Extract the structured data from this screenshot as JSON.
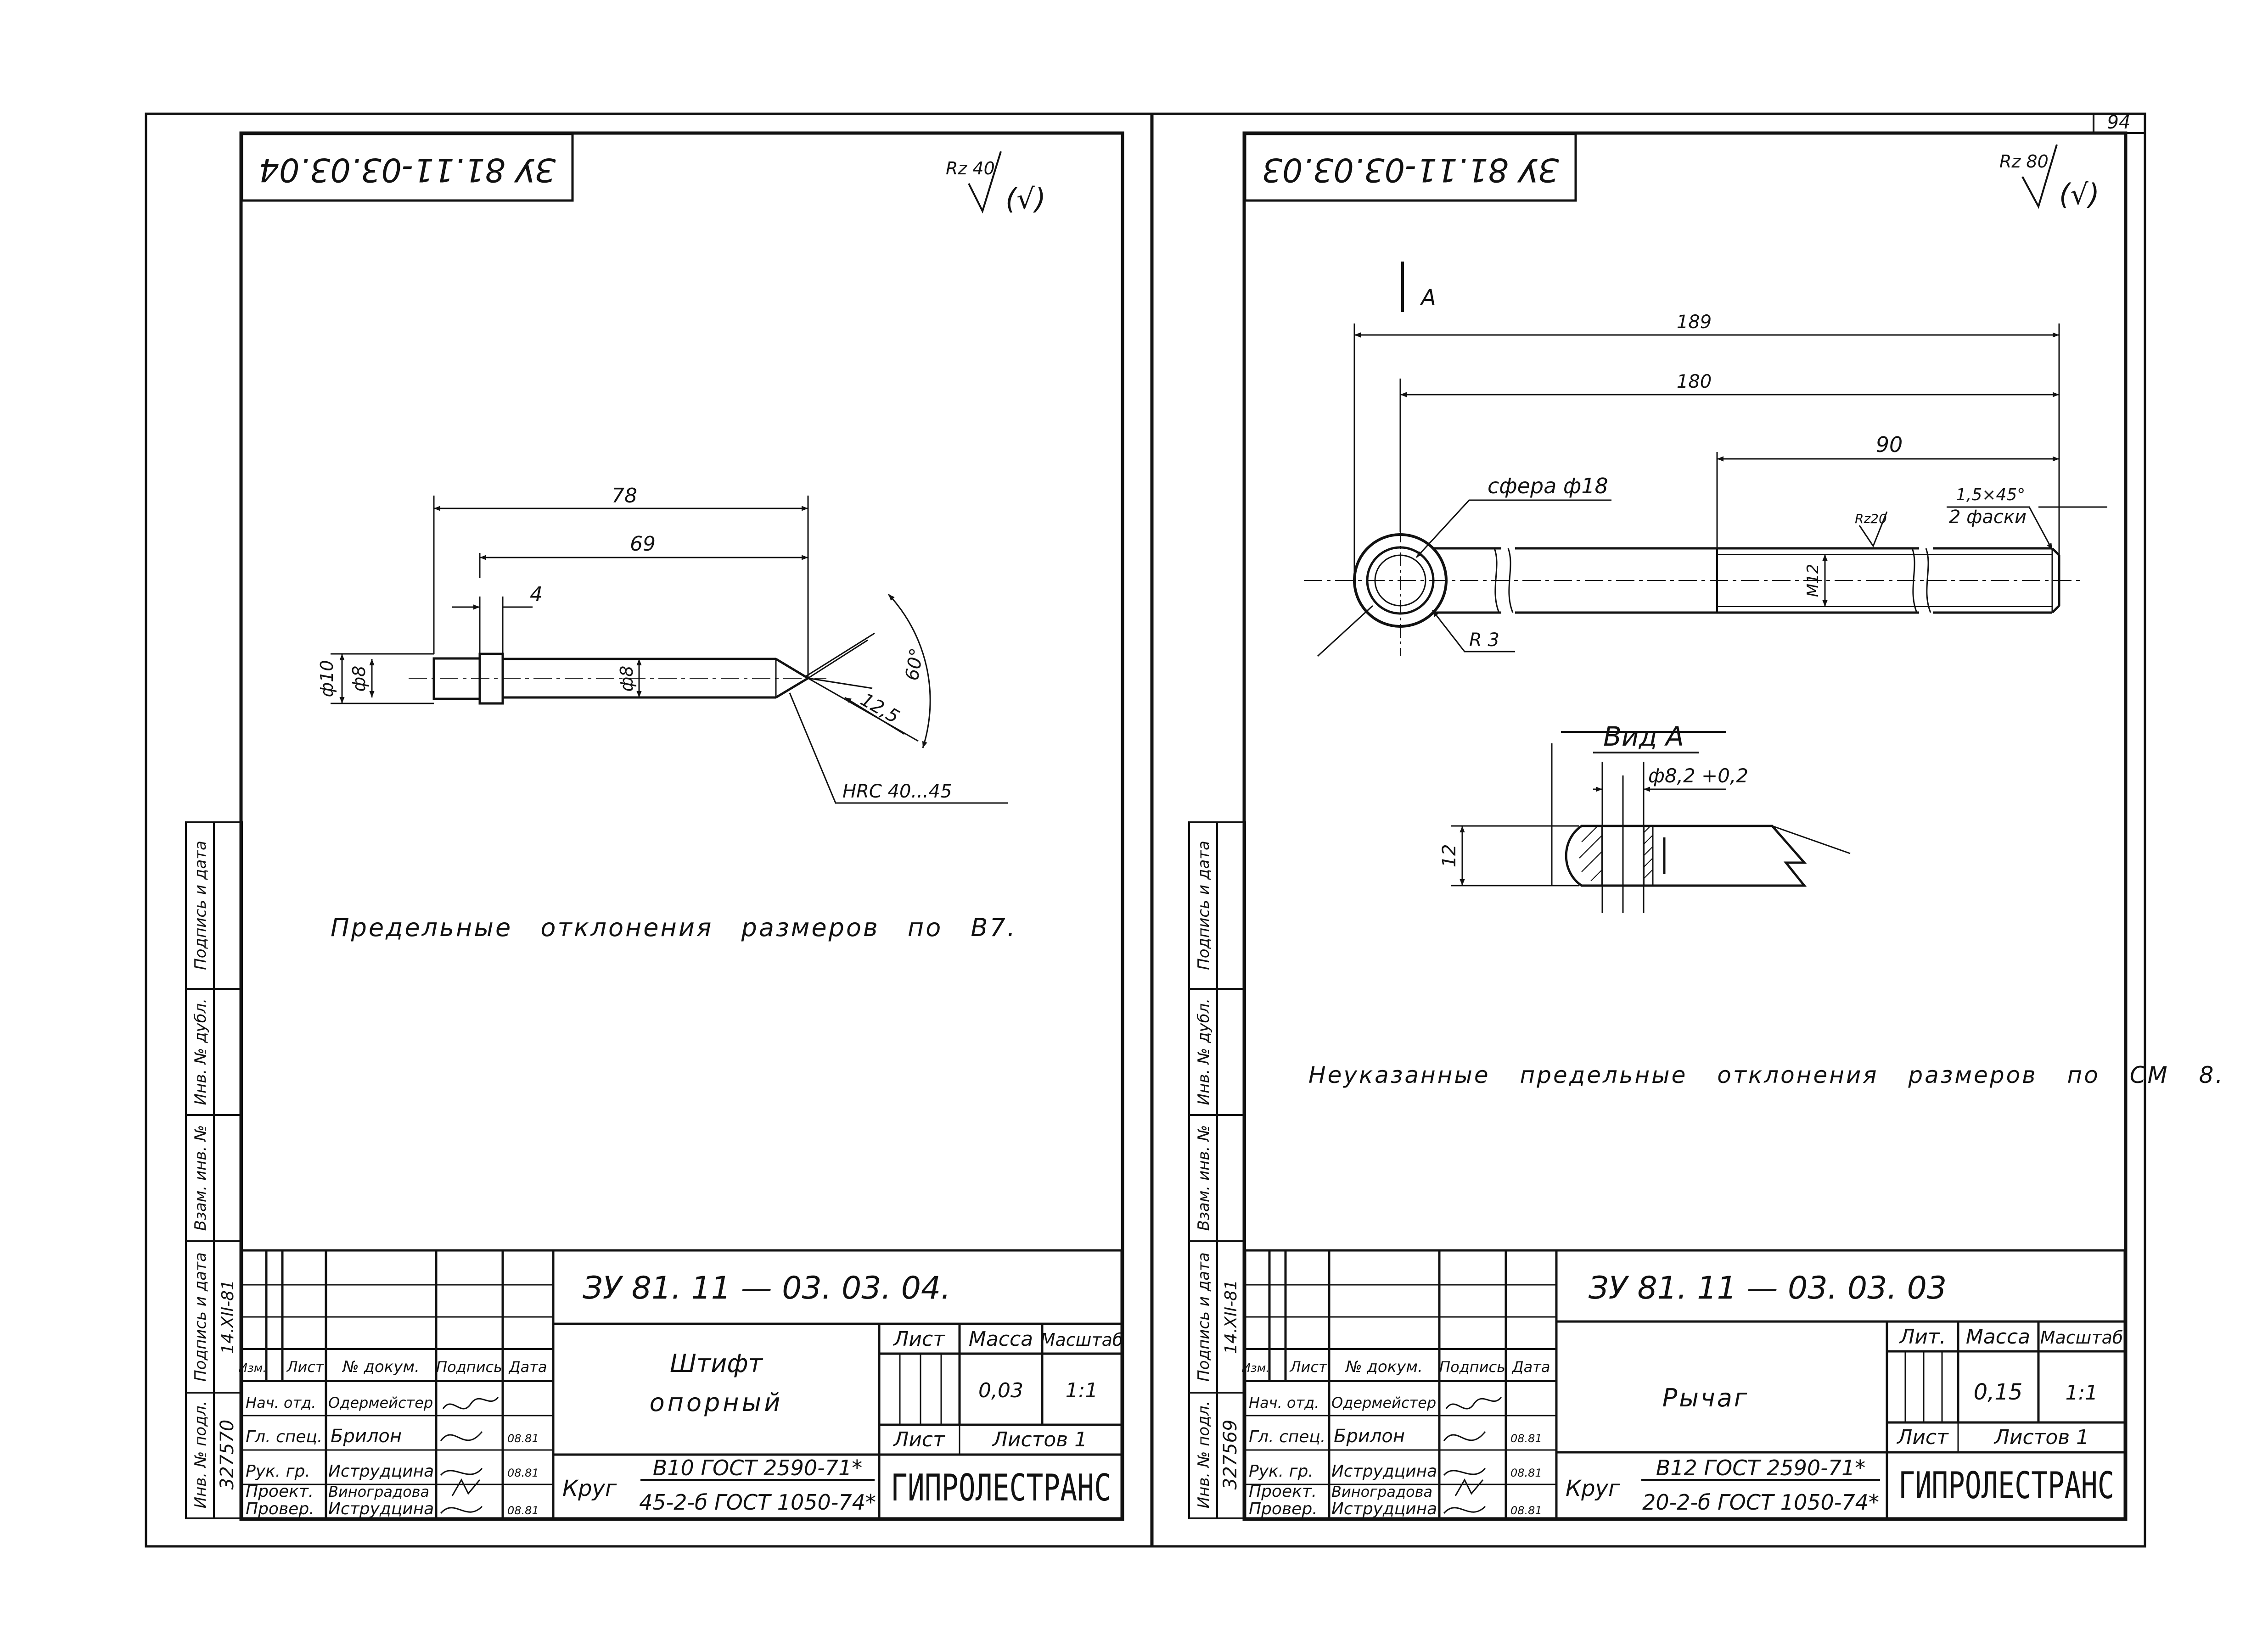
{
  "page_number": "94",
  "side_labels": [
    "Инв. № подл.",
    "Подпись и дата",
    "Взам. инв. №",
    "Инв. № дубл.",
    "Подпись и дата"
  ],
  "title_block_headers": {
    "izm": "Изм.",
    "list": "Лист",
    "doc": "№ докум.",
    "sign": "Подпись",
    "date": "Дата"
  },
  "sheets": [
    {
      "code_box": "ЗУ 81.11-03.03.04",
      "roughness": {
        "main": "Rz 40",
        "paren": "(√)"
      },
      "dims": {
        "d78": "78",
        "d69": "69",
        "d4": "4",
        "phi10": "ф10",
        "phi8a": "ф8",
        "phi8b": "ф8",
        "len125": "12,5",
        "ang60": "60°",
        "hrc": "HRC 40...45"
      },
      "note": "Предельные отклонения размеров по В7.",
      "inv_number": "327570",
      "inv_date": "14.XII-81",
      "staff": [
        {
          "role": "Нач. отд.",
          "name": "Одермейстер",
          "date": ""
        },
        {
          "role": "Гл. спец.",
          "name": "Брилон",
          "date": "08.81"
        },
        {
          "role": "Рук. гр.",
          "name": "Иструдцина",
          "date": "08.81"
        },
        {
          "role": "Проект.",
          "name": "Виноградова",
          "date": ""
        },
        {
          "role": "Провер.",
          "name": "Иструдцина",
          "date": "08.81"
        }
      ],
      "designation": "ЗУ 81. 11 — 03. 03. 04.",
      "part_name_1": "Штифт",
      "part_name_2": "опорный",
      "lit_label": "Лист",
      "mass_label": "Масса",
      "scale_label": "Масштаб",
      "mass": "0,03",
      "scale": "1:1",
      "sheet_label": "Лист",
      "sheets_label": "Листов 1",
      "material_prefix": "Круг",
      "material_top": "В10 ГОСТ 2590-71*",
      "material_bottom": "45-2-б ГОСТ 1050-74*",
      "org": "ГИПРОЛЕСТРАНС"
    },
    {
      "code_box": "ЗУ 81.11-03.03.03",
      "roughness": {
        "main": "Rz 80",
        "paren": "(√)"
      },
      "dims": {
        "viewmark": "А",
        "d189": "189",
        "d180": "180",
        "d90": "90",
        "sphere": "сфера ф18",
        "chamfer1": "1,5×45°",
        "chamfer2": "2 фаски",
        "rz20": "Rz20",
        "m12": "М12",
        "r3": "R 3",
        "view_title": "Вид А",
        "hole": "ф8,2 +0,2",
        "d12": "12"
      },
      "note": "Неуказанные предельные отклонения размеров по СМ 8.",
      "inv_number": "327569",
      "inv_date": "14.XII-81",
      "staff": [
        {
          "role": "Нач. отд.",
          "name": "Одермейстер",
          "date": ""
        },
        {
          "role": "Гл. спец.",
          "name": "Брилон",
          "date": "08.81"
        },
        {
          "role": "Рук. гр.",
          "name": "Иструдцина",
          "date": "08.81"
        },
        {
          "role": "Проект.",
          "name": "Виноградова",
          "date": ""
        },
        {
          "role": "Провер.",
          "name": "Иструдцина",
          "date": "08.81"
        }
      ],
      "designation": "ЗУ 81. 11 — 03. 03. 03",
      "part_name_1": "Рычаг",
      "part_name_2": "",
      "lit_label": "Лит.",
      "mass_label": "Масса",
      "scale_label": "Масштаб",
      "mass": "0,15",
      "scale": "1:1",
      "sheet_label": "Лист",
      "sheets_label": "Листов 1",
      "material_prefix": "Круг",
      "material_top": "В12 ГОСТ 2590-71*",
      "material_bottom": "20-2-б ГОСТ 1050-74*",
      "org": "ГИПРОЛЕСТРАНС"
    }
  ]
}
